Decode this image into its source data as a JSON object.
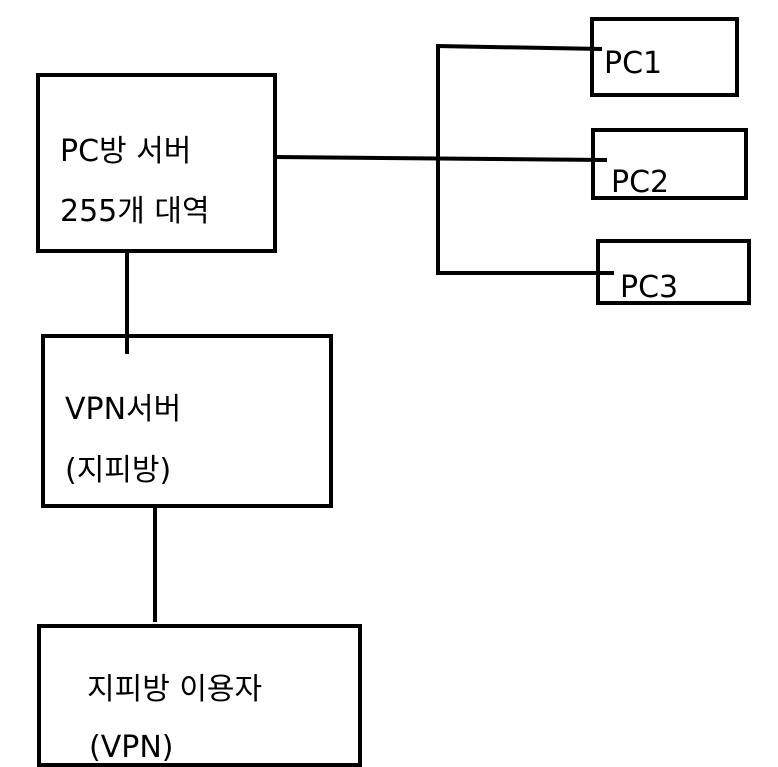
{
  "nodes": {
    "pc_room_server": {
      "line1": "PC방 서버",
      "line2": "255개 대역"
    },
    "vpn_server": {
      "line1": "VPN서버",
      "line2": "(지피방)"
    },
    "vpn_user": {
      "line1": "지피방 이용자",
      "line2": "(VPN)"
    },
    "pc1": {
      "label": "PC1"
    },
    "pc2": {
      "label": "PC2"
    },
    "pc3": {
      "label": "PC3"
    }
  }
}
